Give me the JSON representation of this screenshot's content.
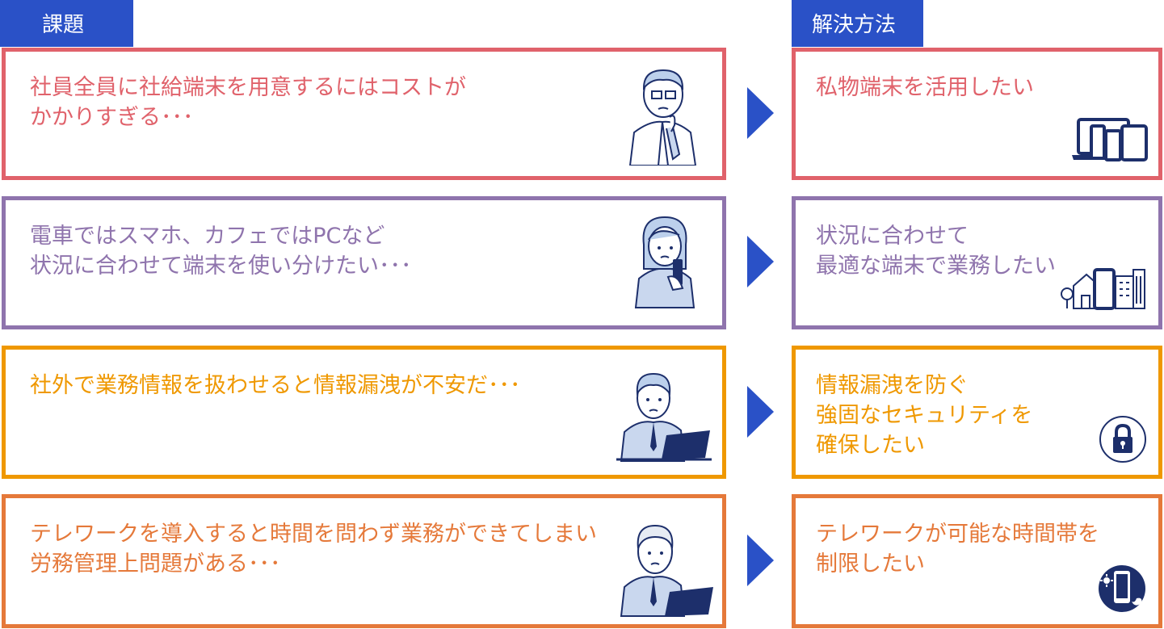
{
  "headers": {
    "issue": "課題",
    "solution": "解決方法"
  },
  "rows": [
    {
      "issue_lines": [
        "社員全員に社給端末を用意するにはコストが",
        "かかりすぎる･･･"
      ],
      "solution_lines": [
        "私物端末を活用したい"
      ],
      "color": "#e0626b",
      "illustration": "worried-man-thinking",
      "icon": "devices-icon"
    },
    {
      "issue_lines": [
        "電車ではスマホ、カフェではPCなど",
        "状況に合わせて端末を使い分けたい･･･"
      ],
      "solution_lines": [
        "状況に合わせて",
        "最適な端末で業務したい"
      ],
      "color": "#8f74ad",
      "illustration": "woman-with-smartphone",
      "icon": "house-phone-building-icon"
    },
    {
      "issue_lines": [
        "社外で業務情報を扱わせると情報漏洩が不安だ･･･"
      ],
      "solution_lines": [
        "情報漏洩を防ぐ",
        "強固なセキュリティを",
        "確保したい"
      ],
      "color": "#ef9800",
      "illustration": "worried-man-laptop",
      "icon": "lock-icon"
    },
    {
      "issue_lines": [
        "テレワークを導入すると時間を問わず業務ができてしまい",
        "労務管理上問題がある･･･"
      ],
      "solution_lines": [
        "テレワークが可能な時間帯を",
        "制限したい"
      ],
      "color": "#e5793a",
      "illustration": "older-man-laptop",
      "icon": "phone-day-night-icon"
    }
  ],
  "accent": "#2a51c7"
}
